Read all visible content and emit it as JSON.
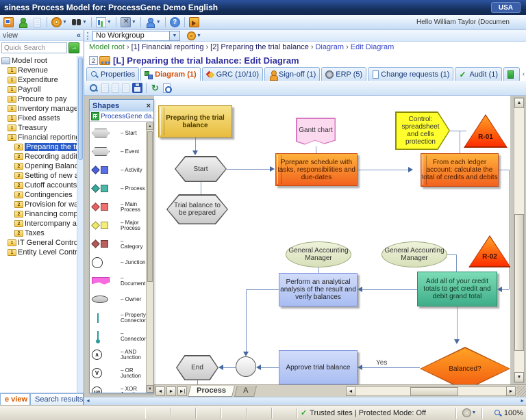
{
  "glyphs": {
    "collapse": "«",
    "dropdown": "▼",
    "go_arrow": "→",
    "close": "×",
    "up": "▲",
    "down": "▼",
    "left": "◄",
    "right": "►",
    "chev_left": "‹",
    "chev_right": "›"
  },
  "title_bar": {
    "title": "siness Process Model for: ProcessGene Demo English",
    "region": "USA"
  },
  "main_toolbar": {
    "greeting": "Hello William Taylor (Documen",
    "icons": [
      "org-chart",
      "add-user",
      "document",
      "settings-gear",
      "binoculars-search",
      "reports-chart",
      "tools",
      "user",
      "help",
      "exit"
    ]
  },
  "workgroup_bar": {
    "selected": "No Workgroup"
  },
  "sidebar": {
    "header_label": "view",
    "search_value": "Quick Search",
    "tree": [
      {
        "num": "",
        "label": "Model root",
        "level": 0
      },
      {
        "num": "1",
        "label": "Revenue",
        "level": 1
      },
      {
        "num": "1",
        "label": "Expenditure",
        "level": 1
      },
      {
        "num": "1",
        "label": "Payroll",
        "level": 1
      },
      {
        "num": "1",
        "label": "Procure to pay",
        "level": 1
      },
      {
        "num": "1",
        "label": "Inventory manageme",
        "level": 1
      },
      {
        "num": "1",
        "label": "Fixed assets",
        "level": 1
      },
      {
        "num": "1",
        "label": "Treasury",
        "level": 1
      },
      {
        "num": "1",
        "label": "Financial reporting",
        "level": 1
      },
      {
        "num": "2",
        "label": "Preparing the trial",
        "level": 2,
        "selected": true
      },
      {
        "num": "2",
        "label": "Recording addition",
        "level": 2
      },
      {
        "num": "2",
        "label": "Opening Balances",
        "level": 2
      },
      {
        "num": "2",
        "label": "Setting of new acc",
        "level": 2
      },
      {
        "num": "2",
        "label": "Cutoff accounts",
        "level": 2
      },
      {
        "num": "2",
        "label": "Contingencies",
        "level": 2
      },
      {
        "num": "2",
        "label": "Provision for warra",
        "level": 2
      },
      {
        "num": "2",
        "label": "Financing compone",
        "level": 2
      },
      {
        "num": "2",
        "label": "Intercompany acc",
        "level": 2
      },
      {
        "num": "2",
        "label": "Taxes",
        "level": 2
      },
      {
        "num": "1",
        "label": "IT General Controls (",
        "level": 1
      },
      {
        "num": "1",
        "label": "Entity Level Controls",
        "level": 1
      }
    ],
    "bottom_tabs": [
      {
        "label": "e view",
        "active": true
      },
      {
        "label": "Search results",
        "active": false
      }
    ]
  },
  "breadcrumb": {
    "sep": "›",
    "parts": [
      "Model root",
      "[1] Financial reporting",
      "[2] Preparing the trial balance",
      "Diagram",
      "Edit Diagram"
    ]
  },
  "page_header": {
    "badge": "2",
    "title": "[L] Preparing the trial balance: Edit Diagram"
  },
  "tabs": [
    {
      "label": "Properties",
      "icon": "magnifier"
    },
    {
      "label": "Diagram (1)",
      "icon": "diagram",
      "active": true
    },
    {
      "label": "GRC (10/10)",
      "icon": "grc-diamonds"
    },
    {
      "label": "Sign-off (1)",
      "icon": "sign-off-person"
    },
    {
      "label": "ERP (5)",
      "icon": "erp-gear"
    },
    {
      "label": "Change requests (1)",
      "icon": "page"
    },
    {
      "label": "Audit (1)",
      "icon": "green-check"
    }
  ],
  "diagram_toolbar": {
    "icons": [
      "zoom",
      "page-add",
      "page-edit",
      "page-delete",
      "save",
      "refresh",
      "print-preview"
    ]
  },
  "shapes_panel": {
    "title": "Shapes",
    "stencil": "ProcessGene da...",
    "items": [
      {
        "label": "– Start",
        "type": "hexagon"
      },
      {
        "label": "– Event",
        "type": "hexagon"
      },
      {
        "label": "– Activity",
        "type": "diamond-square-blue"
      },
      {
        "label": "– Process",
        "type": "diamond-square-teal"
      },
      {
        "label": "– Main\nProcess",
        "type": "diamond-square-red"
      },
      {
        "label": "– Major\nProcess",
        "type": "diamond-square-yellow"
      },
      {
        "label": "–\nCategory",
        "type": "diamond-square-darkred"
      },
      {
        "label": "– Junction",
        "type": "circle"
      },
      {
        "label": "–\nDocument",
        "type": "document"
      },
      {
        "label": "– Owner",
        "type": "ellipse"
      },
      {
        "label": "– Property\nConnector",
        "type": "line"
      },
      {
        "label": "–\nConnector",
        "type": "connector-line"
      },
      {
        "label": "– AND\nJunction",
        "type": "and-junction",
        "glyph": "∧"
      },
      {
        "label": "– OR\nJunction",
        "type": "or-junction",
        "glyph": "V"
      },
      {
        "label": "– XOR\nJunction",
        "type": "xor-junction",
        "glyph": "XOR"
      }
    ]
  },
  "canvas": {
    "nodes": {
      "title_box": "Preparing the trial balance",
      "start": "Start",
      "trial": "Trial balance to be prepared",
      "gantt": "Gantt chart",
      "schedule": "Pprepare schedule with tasks, responsibilities and due-dates",
      "control": "Control: spreadsheet and cells protection",
      "r01": "R-01",
      "ledger": "From each ledger account: calculate the total of credits and debits",
      "gam1": "General Accounting Manager",
      "gam2": "General Accounting Manager",
      "r02": "R-02",
      "analyze": "Perform an analytical analysis of the result and verify balances",
      "add_totals": "Add all of your credit totals to get credit and debit grand total",
      "end": "End",
      "approve": "Approve trial balance",
      "balanced": "Balanced?"
    },
    "edge_labels": {
      "yes": "Yes"
    }
  },
  "sheet_bar": {
    "nav": [
      "◄",
      "►",
      "►|"
    ],
    "tabs": [
      {
        "label": "Process",
        "active": true
      },
      {
        "label": "A",
        "active": false
      }
    ]
  },
  "status_bar": {
    "check": "✓",
    "security": "Trusted sites | Protected Mode: Off",
    "zoom": "100%"
  }
}
